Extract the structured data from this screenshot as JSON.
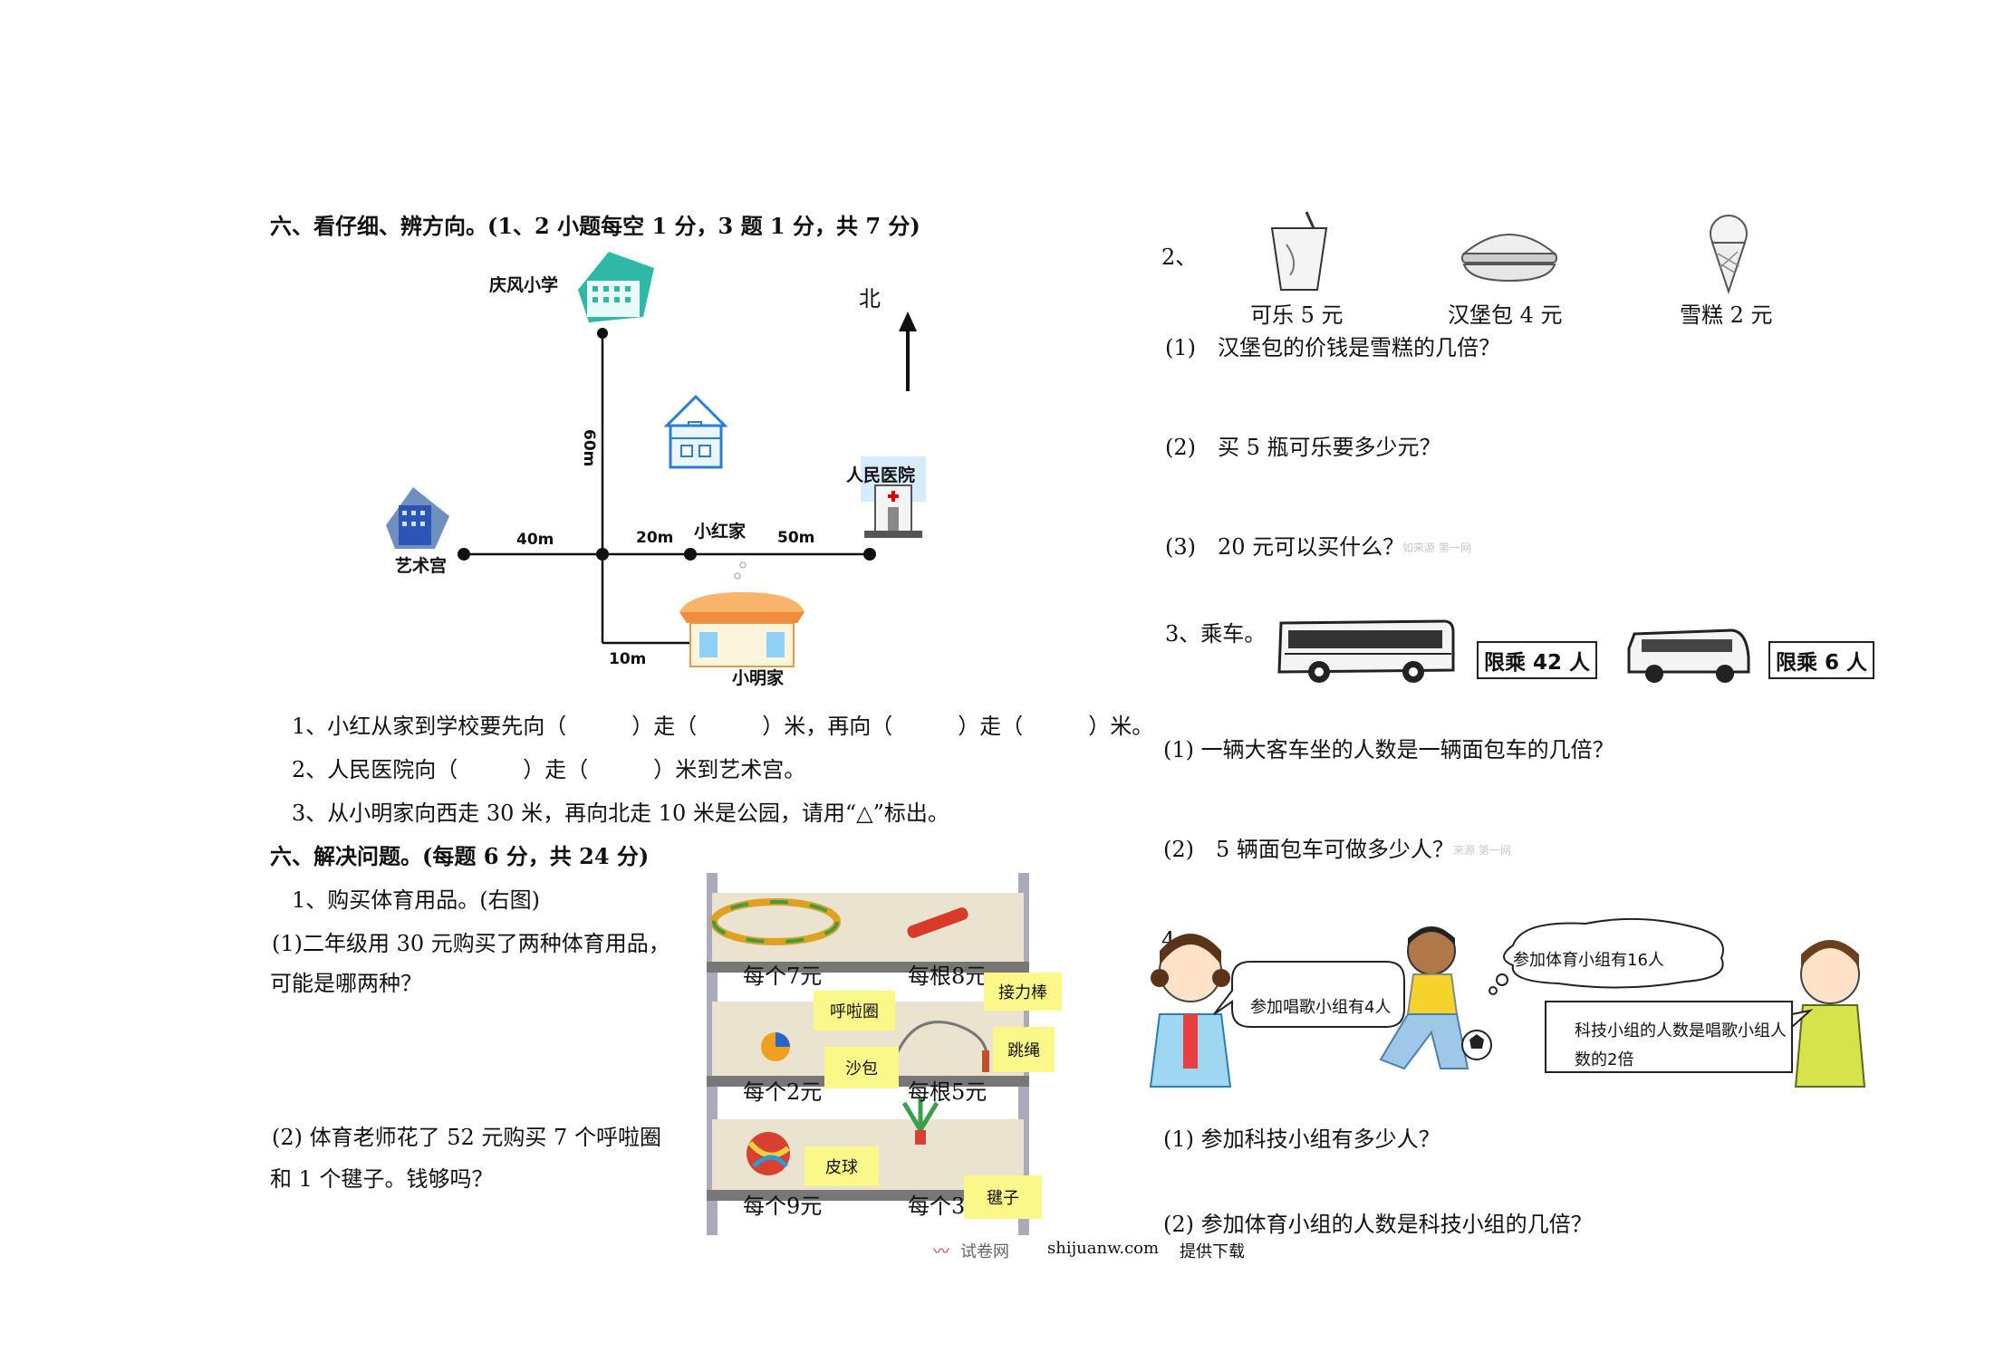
{
  "left": {
    "section6_title": "六、看仔细、辨方向。(1、2 小题每空 1 分，3 题 1 分，共 7 分)",
    "map": {
      "school": "庆风小学",
      "north": "北",
      "hospital": "人民医院",
      "art_palace": "艺术宫",
      "xiaohong": "小红家",
      "xiaoming": "小明家",
      "d60": "60m",
      "d40": "40m",
      "d20": "20m",
      "d50": "50m",
      "d10": "10m"
    },
    "q1": "1、小红从家到学校要先向（　　　）走（　　　）米，再向（　　　）走（　　　）米。",
    "q2": "2、人民医院向（　　　）走（　　　）米到艺术宫。",
    "q3": "3、从小明家向西走 30 米，再向北走 10 米是公园，请用“△”标出。",
    "section_solve_title": "六、解决问题。(每题 6 分，共 24 分)",
    "s1_title": "1、购买体育用品。(右图)",
    "s1_q1_line1": "(1)二年级用 30 元购买了两种体育用品，",
    "s1_q1_line2": "可能是哪两种？",
    "s1_q2_line1": "(2) 体育老师花了 52 元购买 7 个呼啦圈",
    "s1_q2_line2": "和 1 个毽子。钱够吗？",
    "shelf": {
      "p1": "每个7元",
      "p2": "每根8元",
      "p3": "每个2元",
      "p4": "每根5元",
      "p5": "每个9元",
      "p6": "每个3元",
      "tag_relay": "接力棒",
      "tag_hoop": "呼啦圈",
      "tag_rope": "跳绳",
      "tag_sandbag": "沙包",
      "tag_ball": "皮球",
      "tag_shuttle": "毽子"
    },
    "footer_site": "shijuanw.com",
    "footer_brand": "试卷网",
    "footer_provide": "提供下载"
  },
  "right": {
    "q2_num": "2、",
    "cola": "可乐 5 元",
    "burger": "汉堡包 4 元",
    "icecream": "雪糕 2 元",
    "q2_1": "(1)　汉堡包的价钱是雪糕的几倍？",
    "q2_2": "(2)　买 5 瓶可乐要多少元？",
    "q2_3": "(3)　20 元可以买什么？",
    "faint1": "如来源 第一网",
    "q3_title": "3、乘车。",
    "bus_cap": "限乘 42 人",
    "van_cap": "限乘 6 人",
    "q3_1": "(1) 一辆大客车坐的人数是一辆面包车的几倍？",
    "q3_2": "(2)　5 辆面包车可做多少人？",
    "faint2": "来源 第一网",
    "q4_num": "4、",
    "bubble_sport": "参加体育小组有16人",
    "bubble_sing": "参加唱歌小组有4人",
    "bubble_tech_line1": "科技小组的人数是唱歌小组人",
    "bubble_tech_line2": "数的2倍",
    "q4_1": "(1) 参加科技小组有多少人？",
    "q4_2": "(2) 参加体育小组的人数是科技小组的几倍？"
  }
}
